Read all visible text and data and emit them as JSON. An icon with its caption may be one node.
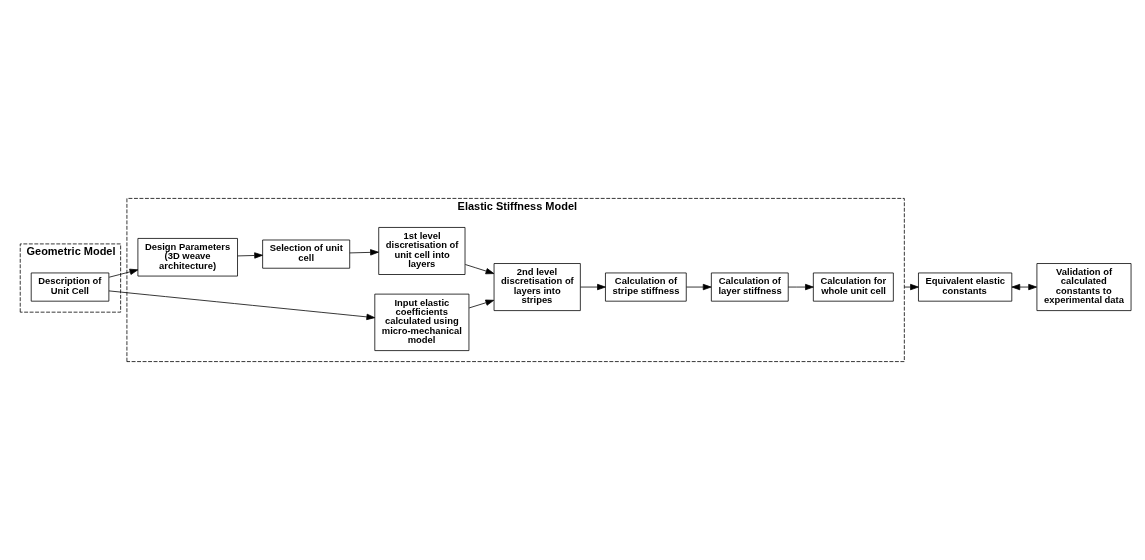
{
  "diagram": {
    "nodes": [
      {
        "text": [
          "Geometric Model"
        ]
      },
      {
        "text": [
          "Description of Unit Cell"
        ],
        "in": 0
      },
      {
        "text": [
          "Elastic Stiffness Model"
        ]
      },
      {
        "text": [
          "Design Parameters (3D weave architecture)"
        ],
        "in": 2
      },
      {
        "text": [
          "Selection of unit cell"
        ],
        "in": 2
      },
      {
        "text": [
          "1st level discretisation of unit cell into layers"
        ],
        "in": 2
      },
      {
        "text": [
          "Input elastic coefficients calculated using micro-mechanical model"
        ],
        "in": 2
      },
      {
        "text": [
          "2nd level discretisation of layers into stripes"
        ],
        "in": 2
      },
      {
        "text": [
          "Calculation of stripe stiffness"
        ],
        "in": 2
      },
      {
        "text": [
          "Calculation of layer stiffness"
        ],
        "in": 2
      },
      {
        "text": [
          "Calculation for whole unit cell"
        ],
        "in": 2
      },
      {
        "text": [
          "Equivalent elastic constants"
        ]
      },
      {
        "text": [
          "Validation of calculated constants to experimental data"
        ]
      }
    ],
    "edges": [
      {
        "from": 1,
        "to": 3,
        "arrow": "to"
      },
      {
        "from": 1,
        "to": 6,
        "arrow": "to"
      },
      {
        "from": 3,
        "to": 4,
        "arrow": "to"
      },
      {
        "from": 4,
        "to": 5,
        "arrow": "to"
      },
      {
        "from": 5,
        "to": 7,
        "arrow": "to"
      },
      {
        "from": 6,
        "to": 7,
        "arrow": "to"
      },
      {
        "from": 7,
        "to": 8,
        "arrow": "to"
      },
      {
        "from": 8,
        "to": 9,
        "arrow": "to"
      },
      {
        "from": 9,
        "to": 10,
        "arrow": "to"
      },
      {
        "from": 2,
        "to": 11,
        "arrow": "to"
      },
      {
        "from": 11,
        "to": 12,
        "arrow": "both"
      }
    ]
  }
}
